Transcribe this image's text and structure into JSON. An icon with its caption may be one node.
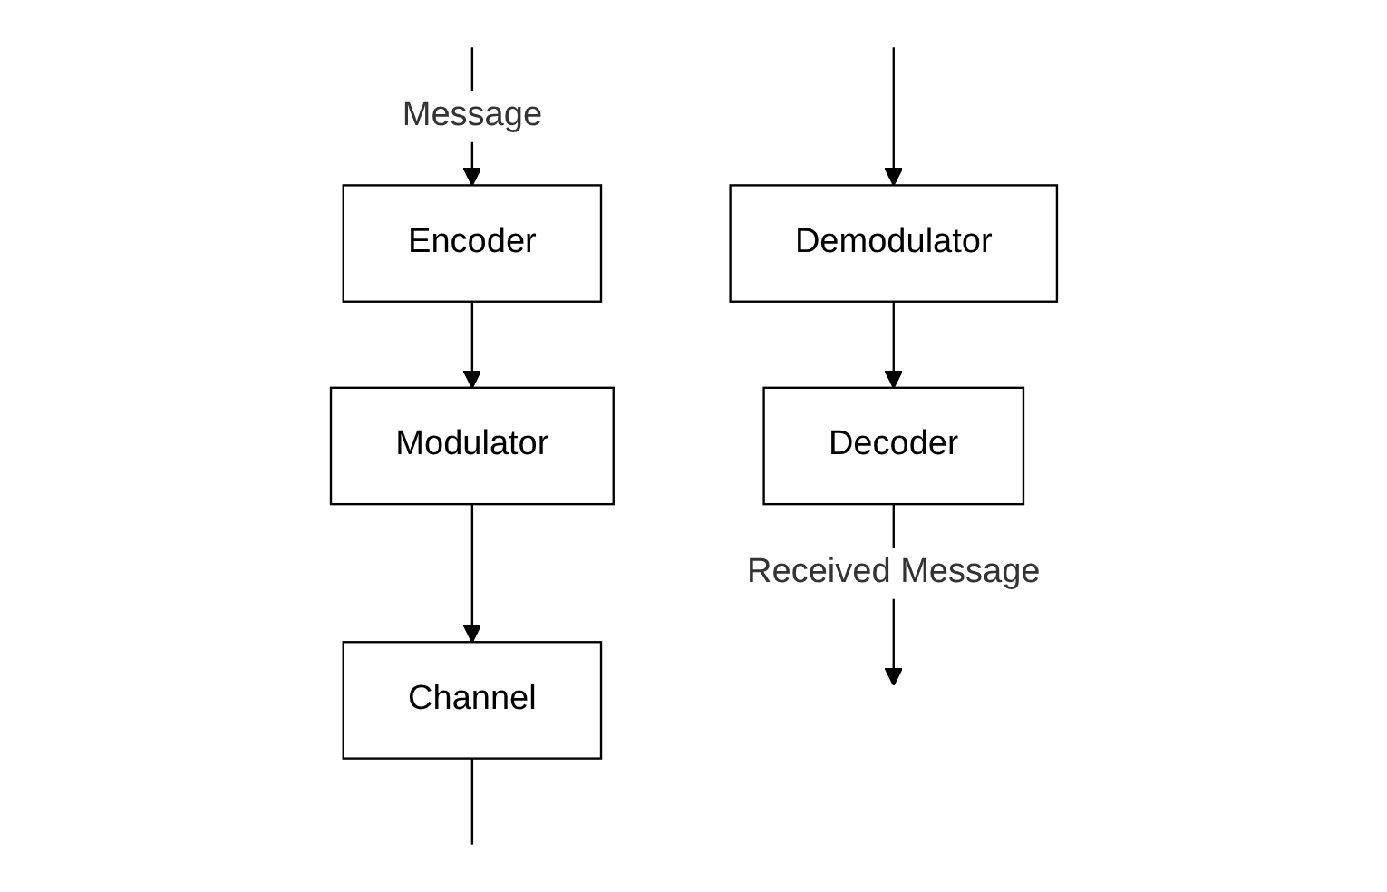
{
  "diagram": {
    "nodes": [
      {
        "text": [
          "Encoder"
        ]
      },
      {
        "text": [
          "Modulator"
        ]
      },
      {
        "text": [
          "Channel"
        ]
      },
      {
        "text": [
          "Decoder"
        ]
      },
      {
        "text": [
          "Demodulator"
        ]
      }
    ],
    "edges": [
      {
        "from": null,
        "to": 0,
        "arrow": "to",
        "label": "Message"
      },
      {
        "from": 0,
        "to": 1,
        "arrow": "to"
      },
      {
        "from": 1,
        "to": 2,
        "arrow": "to"
      },
      {
        "from": 2,
        "to": null,
        "arrow": "none"
      },
      {
        "from": null,
        "to": 4,
        "arrow": "to"
      },
      {
        "from": 4,
        "to": 3,
        "arrow": "to"
      },
      {
        "from": 3,
        "to": null,
        "arrow": "to",
        "label": "Received Message"
      }
    ]
  }
}
